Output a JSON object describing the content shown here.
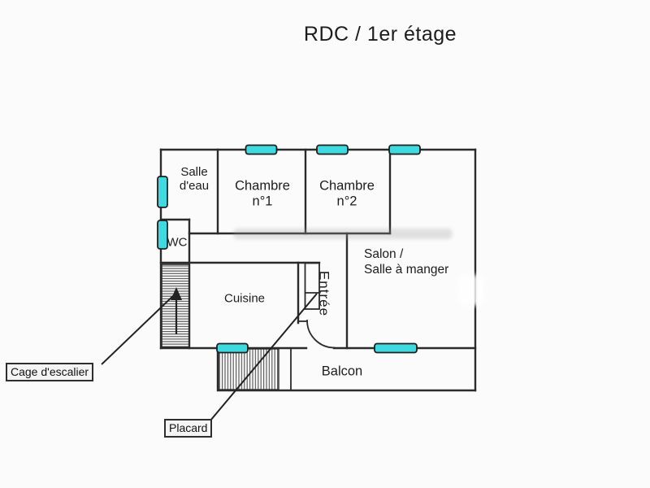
{
  "title": "RDC / 1er étage",
  "rooms": {
    "salle_deau": "Salle\nd'eau",
    "chambre1": "Chambre\nn°1",
    "chambre2": "Chambre\nn°2",
    "wc": "WC",
    "cuisine": "Cuisine",
    "entree": "Entrée",
    "salon": "Salon /\nSalle à manger",
    "balcon": "Balcon"
  },
  "callouts": {
    "cage_escalier": "Cage d'escalier",
    "placard": "Placard"
  },
  "colors": {
    "wall": "#2b2b2b",
    "window": "#3fd9e0",
    "text": "#1d1d1d",
    "background": "#fbfbfb"
  }
}
